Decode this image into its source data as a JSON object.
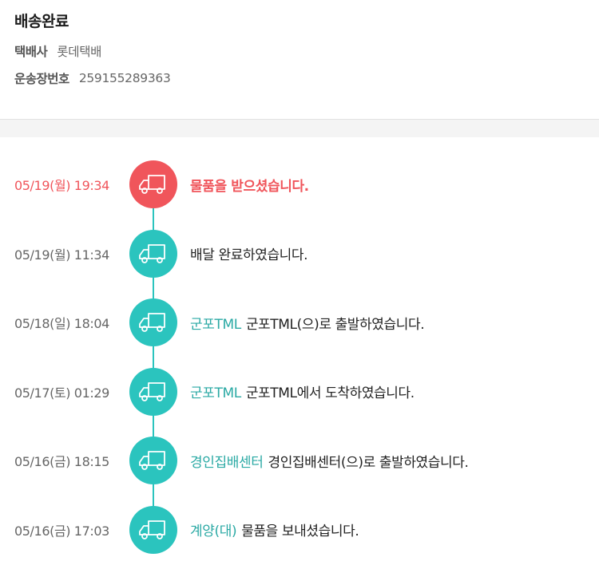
{
  "header": {
    "status": "배송완료",
    "courier_label": "택배사",
    "courier_value": "롯데택배",
    "tracking_label": "운송장번호",
    "tracking_value": "259155289363"
  },
  "colors": {
    "accent": "#2bc4be",
    "active": "#f0555b",
    "location_text": "#2aa9a4"
  },
  "timeline": {
    "icon": "delivery-truck-icon",
    "events": [
      {
        "time": "05/19(월) 19:34",
        "location": "",
        "message": "물품을 받으셨습니다.",
        "active": true
      },
      {
        "time": "05/19(월) 11:34",
        "location": "",
        "message": "배달 완료하였습니다.",
        "active": false
      },
      {
        "time": "05/18(일) 18:04",
        "location": "군포TML",
        "message": "군포TML(으)로 출발하였습니다.",
        "active": false
      },
      {
        "time": "05/17(토) 01:29",
        "location": "군포TML",
        "message": "군포TML에서 도착하였습니다.",
        "active": false
      },
      {
        "time": "05/16(금) 18:15",
        "location": "경인집배센터",
        "message": "경인집배센터(으)로 출발하였습니다.",
        "active": false
      },
      {
        "time": "05/16(금) 17:03",
        "location": "계양(대)",
        "message": "물품을 보내셨습니다.",
        "active": false
      }
    ]
  }
}
